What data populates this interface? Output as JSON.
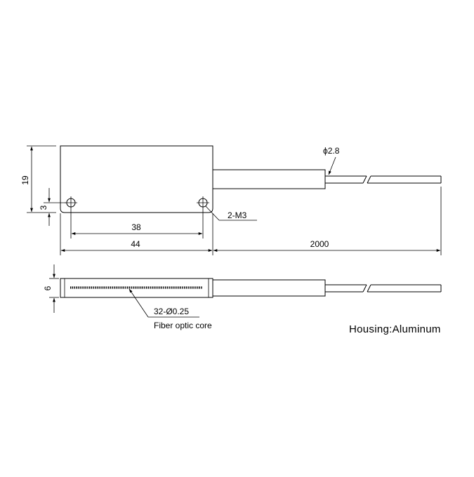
{
  "dimensions": {
    "height": "19",
    "hole_offset": "3",
    "hole_spacing": "38",
    "width": "44",
    "cable_length": "2000",
    "thickness": "6",
    "cable_diameter": "ϕ2.8",
    "mount_holes": "2-M3",
    "fiber_count": "32-Ø0.25"
  },
  "labels": {
    "fiber_core": "Fiber optic core",
    "housing": "Housing:Aluminum"
  }
}
